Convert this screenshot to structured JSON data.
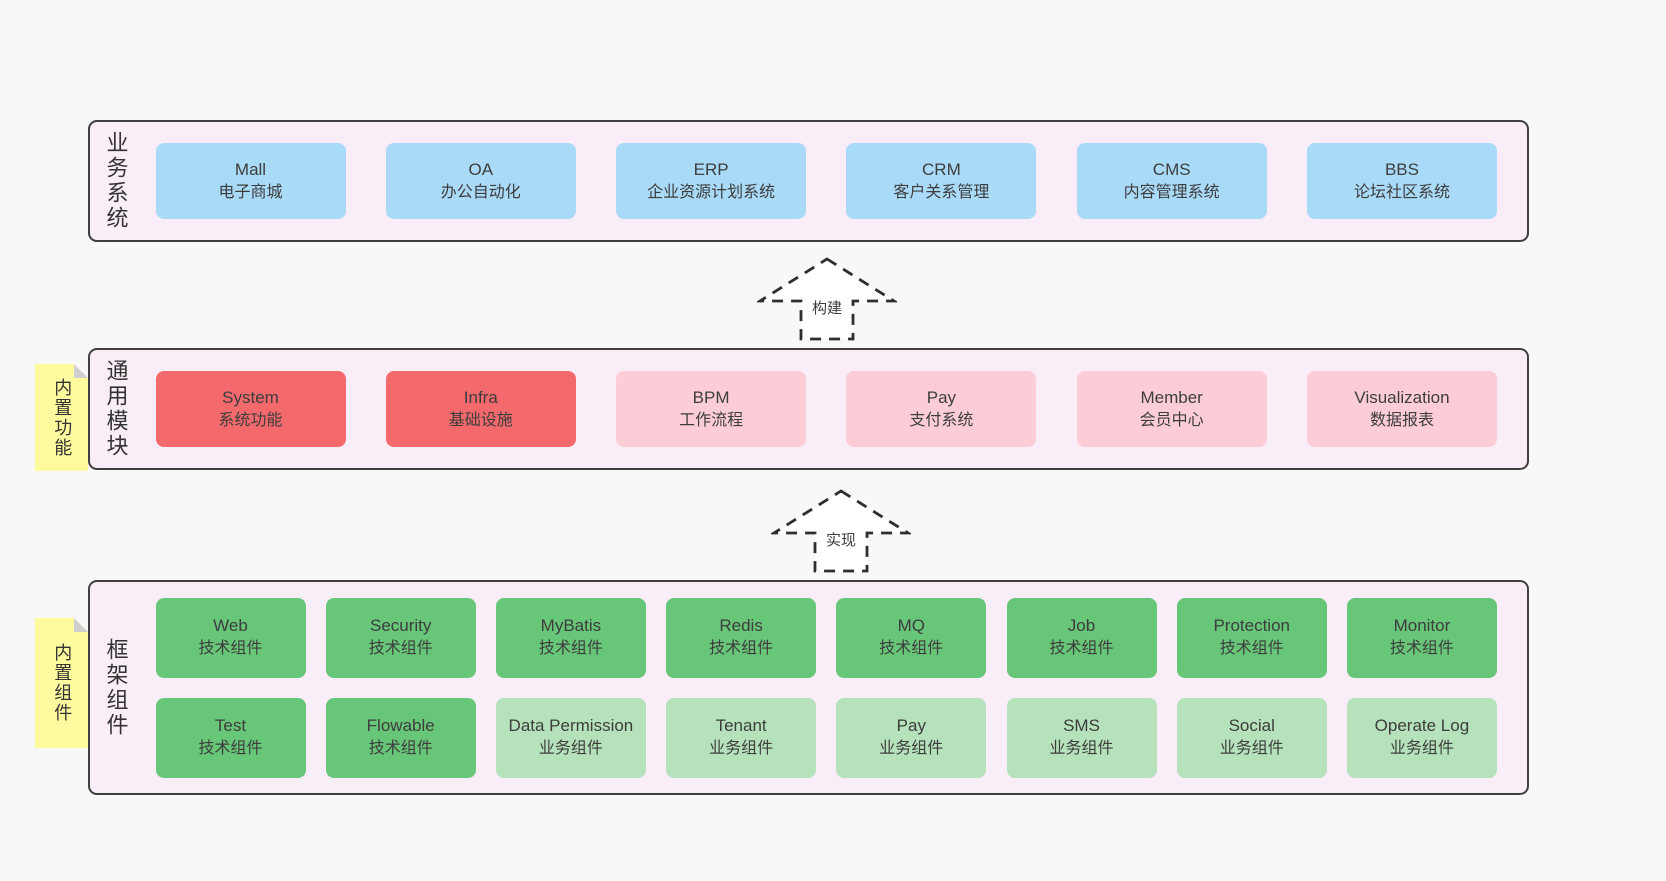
{
  "colors": {
    "page_bg": "#f8f8f8",
    "container_bg": "#f9edf7",
    "container_border": "#3f3f3f",
    "blue": "#a9daf8",
    "red": "#f4696b",
    "pink": "#fccdd7",
    "green": "#68c679",
    "green_light": "#b5e2bb",
    "note_yellow": "#fdfb9e",
    "note_fold_gray": "#cfcfcf",
    "text": "#3d3d3d"
  },
  "arrows": [
    {
      "label": "构建"
    },
    {
      "label": "实现"
    }
  ],
  "notes": [
    {
      "label": "内置功能"
    },
    {
      "label": "内置组件"
    }
  ],
  "sections": [
    {
      "label": "业务系统",
      "items": [
        {
          "name": "Mall",
          "desc": "电子商城"
        },
        {
          "name": "OA",
          "desc": "办公自动化"
        },
        {
          "name": "ERP",
          "desc": "企业资源计划系统"
        },
        {
          "name": "CRM",
          "desc": "客户关系管理"
        },
        {
          "name": "CMS",
          "desc": "内容管理系统"
        },
        {
          "name": "BBS",
          "desc": "论坛社区系统"
        }
      ]
    },
    {
      "label": "通用模块",
      "items": [
        {
          "name": "System",
          "desc": "系统功能"
        },
        {
          "name": "Infra",
          "desc": "基础设施"
        },
        {
          "name": "BPM",
          "desc": "工作流程"
        },
        {
          "name": "Pay",
          "desc": "支付系统"
        },
        {
          "name": "Member",
          "desc": "会员中心"
        },
        {
          "name": "Visualization",
          "desc": "数据报表"
        }
      ]
    },
    {
      "label": "框架组件",
      "row1": [
        {
          "name": "Web",
          "desc": "技术组件"
        },
        {
          "name": "Security",
          "desc": "技术组件"
        },
        {
          "name": "MyBatis",
          "desc": "技术组件"
        },
        {
          "name": "Redis",
          "desc": "技术组件"
        },
        {
          "name": "MQ",
          "desc": "技术组件"
        },
        {
          "name": "Job",
          "desc": "技术组件"
        },
        {
          "name": "Protection",
          "desc": "技术组件"
        },
        {
          "name": "Monitor",
          "desc": "技术组件"
        }
      ],
      "row2": [
        {
          "name": "Test",
          "desc": "技术组件"
        },
        {
          "name": "Flowable",
          "desc": "技术组件"
        },
        {
          "name": "Data Permission",
          "desc": "业务组件"
        },
        {
          "name": "Tenant",
          "desc": "业务组件"
        },
        {
          "name": "Pay",
          "desc": "业务组件"
        },
        {
          "name": "SMS",
          "desc": "业务组件"
        },
        {
          "name": "Social",
          "desc": "业务组件"
        },
        {
          "name": "Operate Log",
          "desc": "业务组件"
        }
      ]
    }
  ]
}
